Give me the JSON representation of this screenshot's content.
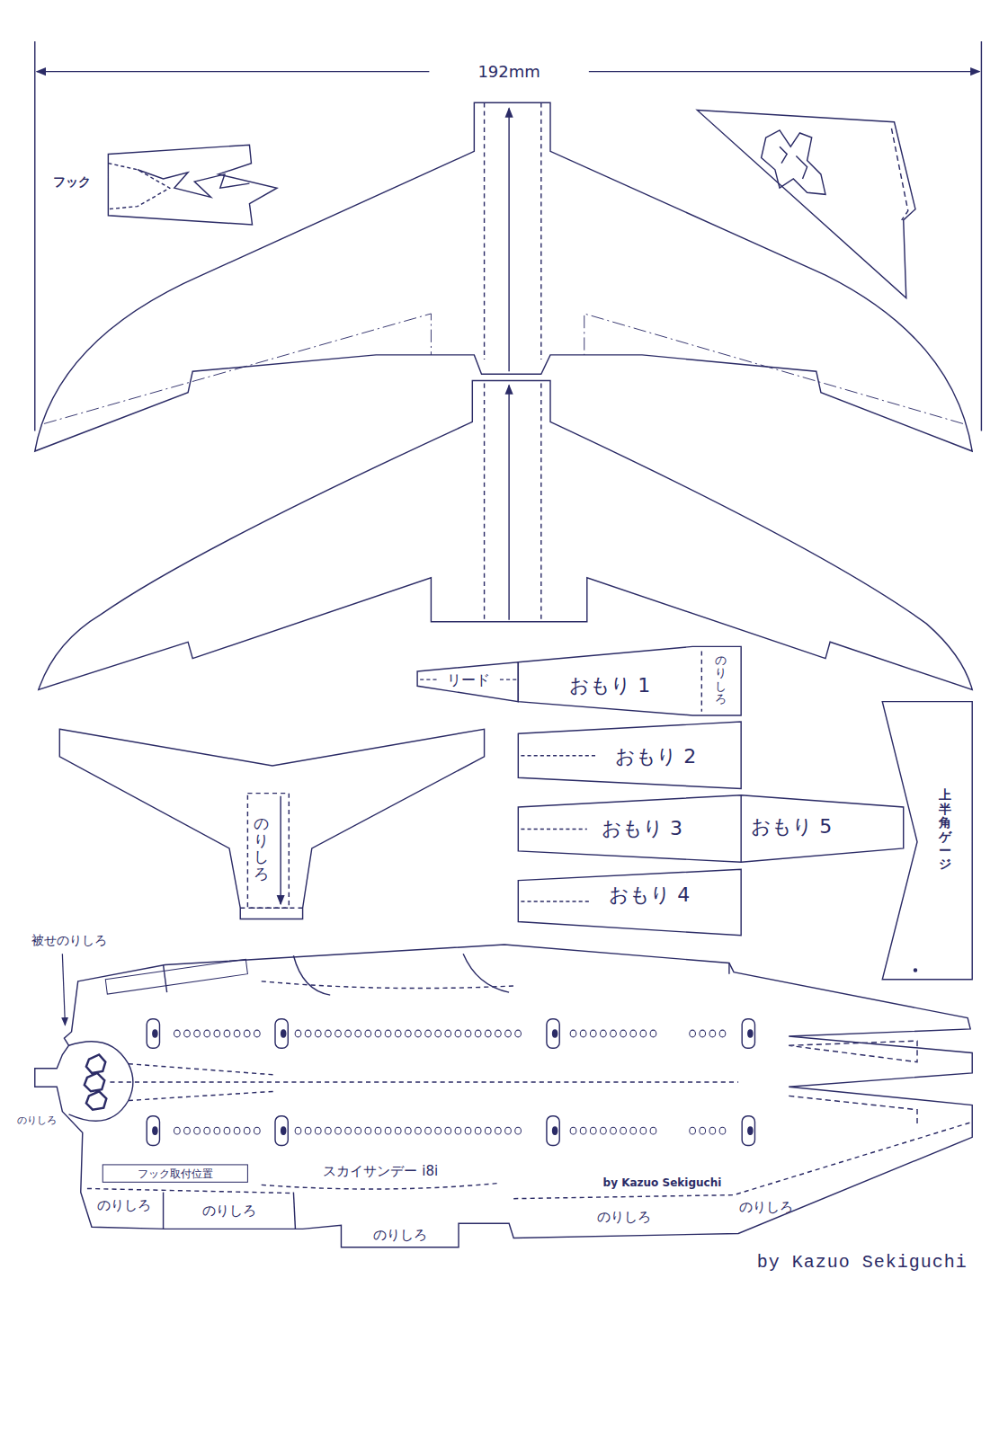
{
  "diagram": {
    "nodes": [
      {
        "text": [
          "リード",
          "おもり 1",
          "のりしろ"
        ]
      },
      {
        "text": [
          "上半角ゲージ"
        ]
      },
      {
        "text": [
          "のりしろ"
        ]
      },
      {
        "text": [
          "おもり 2"
        ]
      },
      {
        "text": [
          "おもり 3",
          "おもり 5"
        ]
      },
      {
        "text": [
          "おもり 4"
        ]
      },
      {
        "text": [
          "のりしろ",
          "フック取付位置",
          "スカイサンデー i8i",
          "by Kazuo Sekiguchi",
          "のりしろ",
          "のりしろ",
          "のりしろ",
          "のりしろ",
          "のりしろ"
        ]
      }
    ],
    "labels": [
      "192mm",
      "フック",
      "被せのりしろ",
      "by Kazuo Sekiguchi"
    ]
  }
}
